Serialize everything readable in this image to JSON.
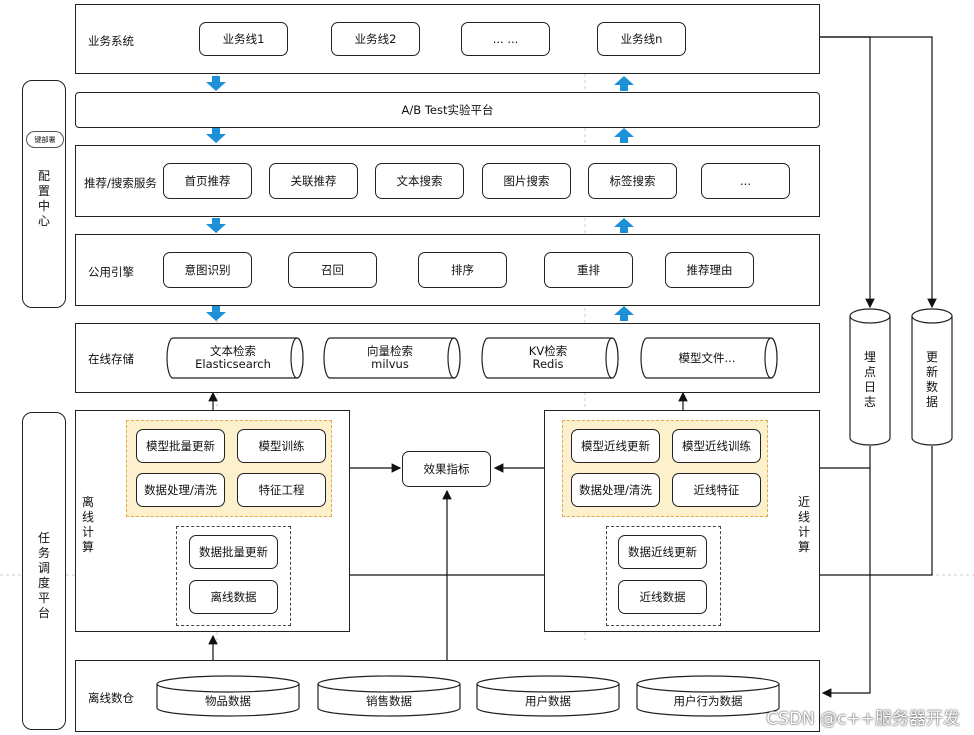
{
  "business": {
    "label": "业务系统",
    "lines": [
      "业务线1",
      "业务线2",
      "... ...",
      "业务线n"
    ]
  },
  "ab_platform": {
    "label": "A/B Test实验平台"
  },
  "config_center": {
    "label": "配置中心",
    "badge": "键部署"
  },
  "recommend": {
    "label": "推荐/搜索服务",
    "items": [
      "首页推荐",
      "关联推荐",
      "文本搜索",
      "图片搜索",
      "标签搜索",
      "..."
    ]
  },
  "engine": {
    "label": "公用引擎",
    "steps": [
      "意图识别",
      "召回",
      "排序",
      "重排",
      "推荐理由"
    ]
  },
  "storage": {
    "label": "在线存储",
    "items": [
      {
        "line1": "文本检索",
        "line2": "Elasticsearch"
      },
      {
        "line1": "向量检索",
        "line2": "milvus"
      },
      {
        "line1": "KV检索",
        "line2": "Redis"
      },
      {
        "line1": "模型文件...",
        "line2": ""
      }
    ]
  },
  "scheduler": {
    "label": "任务调度平台"
  },
  "offline": {
    "label": "离线计算",
    "models": [
      "模型批量更新",
      "模型训练",
      "数据处理/清洗",
      "特征工程"
    ],
    "data": [
      "数据批量更新",
      "离线数据"
    ]
  },
  "nearline": {
    "label": "近线计算",
    "models": [
      "模型近线更新",
      "模型近线训练",
      "数据处理/清洗",
      "近线特征"
    ],
    "data": [
      "数据近线更新",
      "近线数据"
    ]
  },
  "metrics": {
    "label": "效果指标"
  },
  "logs": {
    "tracking": "埋点日志",
    "update": "更新数据"
  },
  "warehouse": {
    "label": "离线数仓",
    "items": [
      "物品数据",
      "销售数据",
      "用户数据",
      "用户行为数据"
    ]
  },
  "watermark": "CSDN @c++服务器开发",
  "colors": {
    "arrow_blue": "#1e90d8",
    "panel_yellow": "#fdf0cd",
    "border": "#222222"
  }
}
